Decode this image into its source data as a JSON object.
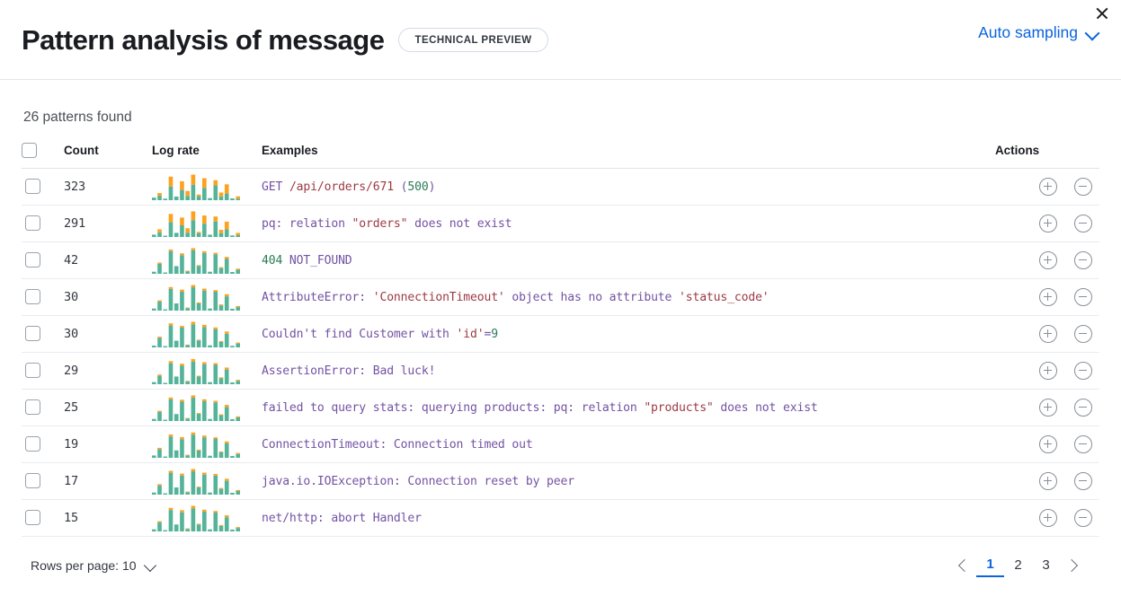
{
  "header": {
    "title": "Pattern analysis of message",
    "badge": "TECHNICAL PREVIEW",
    "sampling_label": "Auto sampling",
    "chevron_icon": "chevron-down-icon",
    "close_icon": "close-icon"
  },
  "summary": {
    "patterns_found": "26 patterns found"
  },
  "table": {
    "columns": {
      "select": "",
      "count": "Count",
      "log_rate": "Log rate",
      "examples": "Examples",
      "actions": "Actions"
    },
    "rows": [
      {
        "count": "323",
        "example_tokens": [
          {
            "t": "GET ",
            "c": "default"
          },
          {
            "t": "/api/orders/671",
            "c": "str"
          },
          {
            "t": " (",
            "c": "default"
          },
          {
            "t": "500",
            "c": "num"
          },
          {
            "t": ")",
            "c": "default"
          }
        ],
        "spark": {
          "values": [
            0.1,
            0.28,
            0.06,
            0.92,
            0.14,
            0.74,
            0.36,
            1.0,
            0.22,
            0.86,
            0.08,
            0.78,
            0.3,
            0.62,
            0.07,
            0.15
          ],
          "orange_frac": [
            0.0,
            0.38,
            0.0,
            0.42,
            0.0,
            0.46,
            0.55,
            0.4,
            0.3,
            0.44,
            0.0,
            0.26,
            0.52,
            0.58,
            0.0,
            0.6
          ]
        }
      },
      {
        "count": "291",
        "example_tokens": [
          {
            "t": "pq: relation ",
            "c": "default"
          },
          {
            "t": "\"orders\"",
            "c": "str"
          },
          {
            "t": " does not exist",
            "c": "default"
          }
        ],
        "spark": {
          "values": [
            0.09,
            0.3,
            0.05,
            0.9,
            0.16,
            0.76,
            0.34,
            1.0,
            0.2,
            0.84,
            0.09,
            0.8,
            0.28,
            0.6,
            0.06,
            0.16
          ],
          "orange_frac": [
            0.0,
            0.4,
            0.0,
            0.36,
            0.0,
            0.4,
            0.5,
            0.34,
            0.28,
            0.38,
            0.0,
            0.24,
            0.46,
            0.5,
            0.0,
            0.55
          ]
        }
      },
      {
        "count": "42",
        "example_tokens": [
          {
            "t": "404",
            "c": "num"
          },
          {
            "t": " NOT_FOUND",
            "c": "default"
          }
        ],
        "spark": {
          "values": [
            0.08,
            0.44,
            0.05,
            0.95,
            0.3,
            0.8,
            0.12,
            1.0,
            0.34,
            0.88,
            0.08,
            0.82,
            0.26,
            0.66,
            0.07,
            0.2
          ],
          "orange_frac": [
            0.0,
            0.12,
            0.0,
            0.07,
            0.0,
            0.09,
            0.2,
            0.08,
            0.1,
            0.08,
            0.0,
            0.07,
            0.14,
            0.12,
            0.0,
            0.22
          ]
        }
      },
      {
        "count": "30",
        "example_tokens": [
          {
            "t": "AttributeError: ",
            "c": "default"
          },
          {
            "t": "'ConnectionTimeout'",
            "c": "str"
          },
          {
            "t": " object has no attribute ",
            "c": "default"
          },
          {
            "t": "'status_code'",
            "c": "str"
          }
        ],
        "spark": {
          "values": [
            0.08,
            0.4,
            0.05,
            0.92,
            0.28,
            0.82,
            0.12,
            1.0,
            0.32,
            0.86,
            0.08,
            0.8,
            0.24,
            0.64,
            0.07,
            0.18
          ],
          "orange_frac": [
            0.0,
            0.13,
            0.0,
            0.08,
            0.0,
            0.1,
            0.22,
            0.09,
            0.11,
            0.09,
            0.0,
            0.08,
            0.15,
            0.13,
            0.0,
            0.24
          ]
        }
      },
      {
        "count": "30",
        "example_tokens": [
          {
            "t": "Couldn't find Customer with ",
            "c": "default"
          },
          {
            "t": "'id'",
            "c": "str"
          },
          {
            "t": "=",
            "c": "default"
          },
          {
            "t": "9",
            "c": "num"
          }
        ],
        "spark": {
          "values": [
            0.07,
            0.42,
            0.05,
            0.94,
            0.26,
            0.84,
            0.11,
            1.0,
            0.3,
            0.88,
            0.08,
            0.78,
            0.25,
            0.62,
            0.06,
            0.19
          ],
          "orange_frac": [
            0.0,
            0.11,
            0.0,
            0.09,
            0.0,
            0.08,
            0.18,
            0.1,
            0.09,
            0.1,
            0.0,
            0.09,
            0.13,
            0.14,
            0.0,
            0.2
          ]
        }
      },
      {
        "count": "29",
        "example_tokens": [
          {
            "t": "AssertionError: Bad luck!",
            "c": "default"
          }
        ],
        "spark": {
          "values": [
            0.08,
            0.38,
            0.05,
            0.9,
            0.3,
            0.8,
            0.13,
            0.98,
            0.33,
            0.86,
            0.08,
            0.82,
            0.27,
            0.65,
            0.07,
            0.17
          ],
          "orange_frac": [
            0.0,
            0.14,
            0.0,
            0.09,
            0.0,
            0.1,
            0.2,
            0.1,
            0.1,
            0.09,
            0.0,
            0.08,
            0.14,
            0.12,
            0.0,
            0.22
          ]
        }
      },
      {
        "count": "25",
        "example_tokens": [
          {
            "t": "failed to query stats: querying products: pq: relation ",
            "c": "default"
          },
          {
            "t": "\"products\"",
            "c": "str"
          },
          {
            "t": " does not exist",
            "c": "default"
          }
        ],
        "spark": {
          "values": [
            0.08,
            0.4,
            0.05,
            0.92,
            0.27,
            0.83,
            0.12,
            1.0,
            0.31,
            0.85,
            0.08,
            0.79,
            0.26,
            0.63,
            0.07,
            0.18
          ],
          "orange_frac": [
            0.0,
            0.12,
            0.0,
            0.08,
            0.0,
            0.09,
            0.19,
            0.09,
            0.1,
            0.09,
            0.0,
            0.08,
            0.13,
            0.13,
            0.0,
            0.21
          ]
        }
      },
      {
        "count": "19",
        "example_tokens": [
          {
            "t": "ConnectionTimeout: Connection timed out",
            "c": "default"
          }
        ],
        "spark": {
          "values": [
            0.09,
            0.39,
            0.05,
            0.91,
            0.29,
            0.81,
            0.12,
            0.99,
            0.32,
            0.87,
            0.08,
            0.8,
            0.25,
            0.64,
            0.07,
            0.19
          ],
          "orange_frac": [
            0.0,
            0.13,
            0.0,
            0.09,
            0.0,
            0.1,
            0.21,
            0.09,
            0.11,
            0.08,
            0.0,
            0.08,
            0.14,
            0.12,
            0.0,
            0.23
          ]
        }
      },
      {
        "count": "17",
        "example_tokens": [
          {
            "t": "java.io.IOException: Connection reset by peer",
            "c": "default"
          }
        ],
        "spark": {
          "values": [
            0.08,
            0.41,
            0.05,
            0.93,
            0.28,
            0.82,
            0.12,
            1.0,
            0.31,
            0.86,
            0.08,
            0.81,
            0.26,
            0.62,
            0.07,
            0.18
          ],
          "orange_frac": [
            0.0,
            0.12,
            0.0,
            0.08,
            0.0,
            0.09,
            0.2,
            0.09,
            0.1,
            0.09,
            0.0,
            0.08,
            0.14,
            0.13,
            0.0,
            0.22
          ]
        }
      },
      {
        "count": "15",
        "example_tokens": [
          {
            "t": "net/http: abort Handler",
            "c": "default"
          }
        ],
        "spark": {
          "values": [
            0.08,
            0.4,
            0.05,
            0.92,
            0.27,
            0.83,
            0.12,
            1.0,
            0.3,
            0.85,
            0.08,
            0.8,
            0.25,
            0.63,
            0.07,
            0.17
          ],
          "orange_frac": [
            0.0,
            0.13,
            0.0,
            0.09,
            0.0,
            0.1,
            0.2,
            0.1,
            0.1,
            0.09,
            0.0,
            0.08,
            0.13,
            0.12,
            0.0,
            0.21
          ]
        }
      }
    ],
    "action_icons": [
      "circle-plus-icon",
      "circle-minus-icon"
    ]
  },
  "footer": {
    "rows_per_page_label": "Rows per page: 10",
    "prev_icon": "chevron-left-icon",
    "next_icon": "chevron-right-icon",
    "pages": [
      "1",
      "2",
      "3"
    ],
    "active_page": "1"
  },
  "colors": {
    "accent_blue": "#0b64dd",
    "spark_teal": "#54b399",
    "spark_orange": "#fca21e",
    "token_default": "#7352a3",
    "token_string": "#9c3a43",
    "token_number": "#2a7b56"
  }
}
